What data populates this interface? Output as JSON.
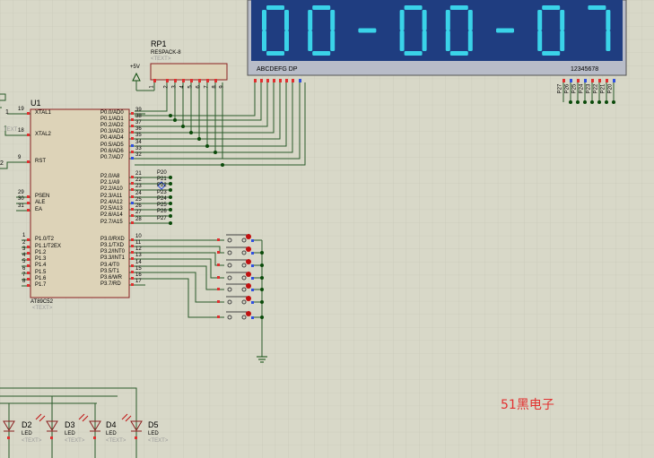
{
  "display": {
    "digits": [
      "0",
      "0",
      "-",
      "0",
      "0",
      "-",
      "0",
      "7"
    ],
    "seg_label": "ABCDEFG DP",
    "digit_label": "12345678",
    "colors": {
      "bg": "#1f3d80",
      "lit": "#3ad3e8",
      "frame": "#b8bcc8"
    }
  },
  "rp1": {
    "ref": "RP1",
    "value": "RESPACK-8",
    "text": "<TEXT>",
    "pins": [
      "1",
      "2",
      "3",
      "4",
      "5",
      "6",
      "7",
      "8",
      "9"
    ]
  },
  "power": {
    "label": "+5V"
  },
  "u1": {
    "ref": "U1",
    "part": "AT89C52",
    "text": "<TEXT>",
    "left_pins": [
      {
        "num": "19",
        "name": "XTAL1"
      },
      {
        "num": "18",
        "name": "XTAL2"
      },
      {
        "num": "9",
        "name": "RST"
      },
      {
        "num": "29",
        "name": "PSEN"
      },
      {
        "num": "30",
        "name": "ALE"
      },
      {
        "num": "31",
        "name": "EA"
      },
      {
        "num": "1",
        "name": "P1.0/T2"
      },
      {
        "num": "2",
        "name": "P1.1/T2EX"
      },
      {
        "num": "3",
        "name": "P1.2"
      },
      {
        "num": "4",
        "name": "P1.3"
      },
      {
        "num": "5",
        "name": "P1.4"
      },
      {
        "num": "6",
        "name": "P1.5"
      },
      {
        "num": "7",
        "name": "P1.6"
      },
      {
        "num": "8",
        "name": "P1.7"
      }
    ],
    "right_pins": [
      {
        "num": "39",
        "name": "P0.0/AD0"
      },
      {
        "num": "38",
        "name": "P0.1/AD1"
      },
      {
        "num": "37",
        "name": "P0.2/AD2"
      },
      {
        "num": "36",
        "name": "P0.3/AD3"
      },
      {
        "num": "35",
        "name": "P0.4/AD4"
      },
      {
        "num": "34",
        "name": "P0.5/AD5"
      },
      {
        "num": "33",
        "name": "P0.6/AD6"
      },
      {
        "num": "32",
        "name": "P0.7/AD7"
      },
      {
        "num": "21",
        "name": "P2.0/A8"
      },
      {
        "num": "22",
        "name": "P2.1/A9"
      },
      {
        "num": "23",
        "name": "P2.2/A10"
      },
      {
        "num": "24",
        "name": "P2.3/A11"
      },
      {
        "num": "25",
        "name": "P2.4/A12"
      },
      {
        "num": "26",
        "name": "P2.5/A13"
      },
      {
        "num": "27",
        "name": "P2.6/A14"
      },
      {
        "num": "28",
        "name": "P2.7/A15"
      },
      {
        "num": "10",
        "name": "P3.0/RXD"
      },
      {
        "num": "11",
        "name": "P3.1/TXD"
      },
      {
        "num": "12",
        "name": "P3.2/INT0"
      },
      {
        "num": "13",
        "name": "P3.3/INT1"
      },
      {
        "num": "14",
        "name": "P3.4/T0"
      },
      {
        "num": "15",
        "name": "P3.5/T1"
      },
      {
        "num": "16",
        "name": "P3.6/WR"
      },
      {
        "num": "17",
        "name": "P3.7/RD"
      }
    ]
  },
  "p2_net_labels": [
    "P20",
    "P21",
    "P22",
    "P23",
    "P24",
    "P25",
    "P26",
    "P27"
  ],
  "digit_net_labels": [
    "P27",
    "P26",
    "P25",
    "P24",
    "P23",
    "P22",
    "P21",
    "P20"
  ],
  "left_stubs": {
    "pin1": "1",
    "pin2": "2",
    "text": "TEXT"
  },
  "leds": [
    {
      "ref": "D2",
      "value": "LED",
      "text": "<TEXT>"
    },
    {
      "ref": "D3",
      "value": "LED",
      "text": "<TEXT>"
    },
    {
      "ref": "D4",
      "value": "LED",
      "text": "<TEXT>"
    },
    {
      "ref": "D5",
      "value": "LED",
      "text": "<TEXT>"
    }
  ],
  "watermark": "51黑电子"
}
